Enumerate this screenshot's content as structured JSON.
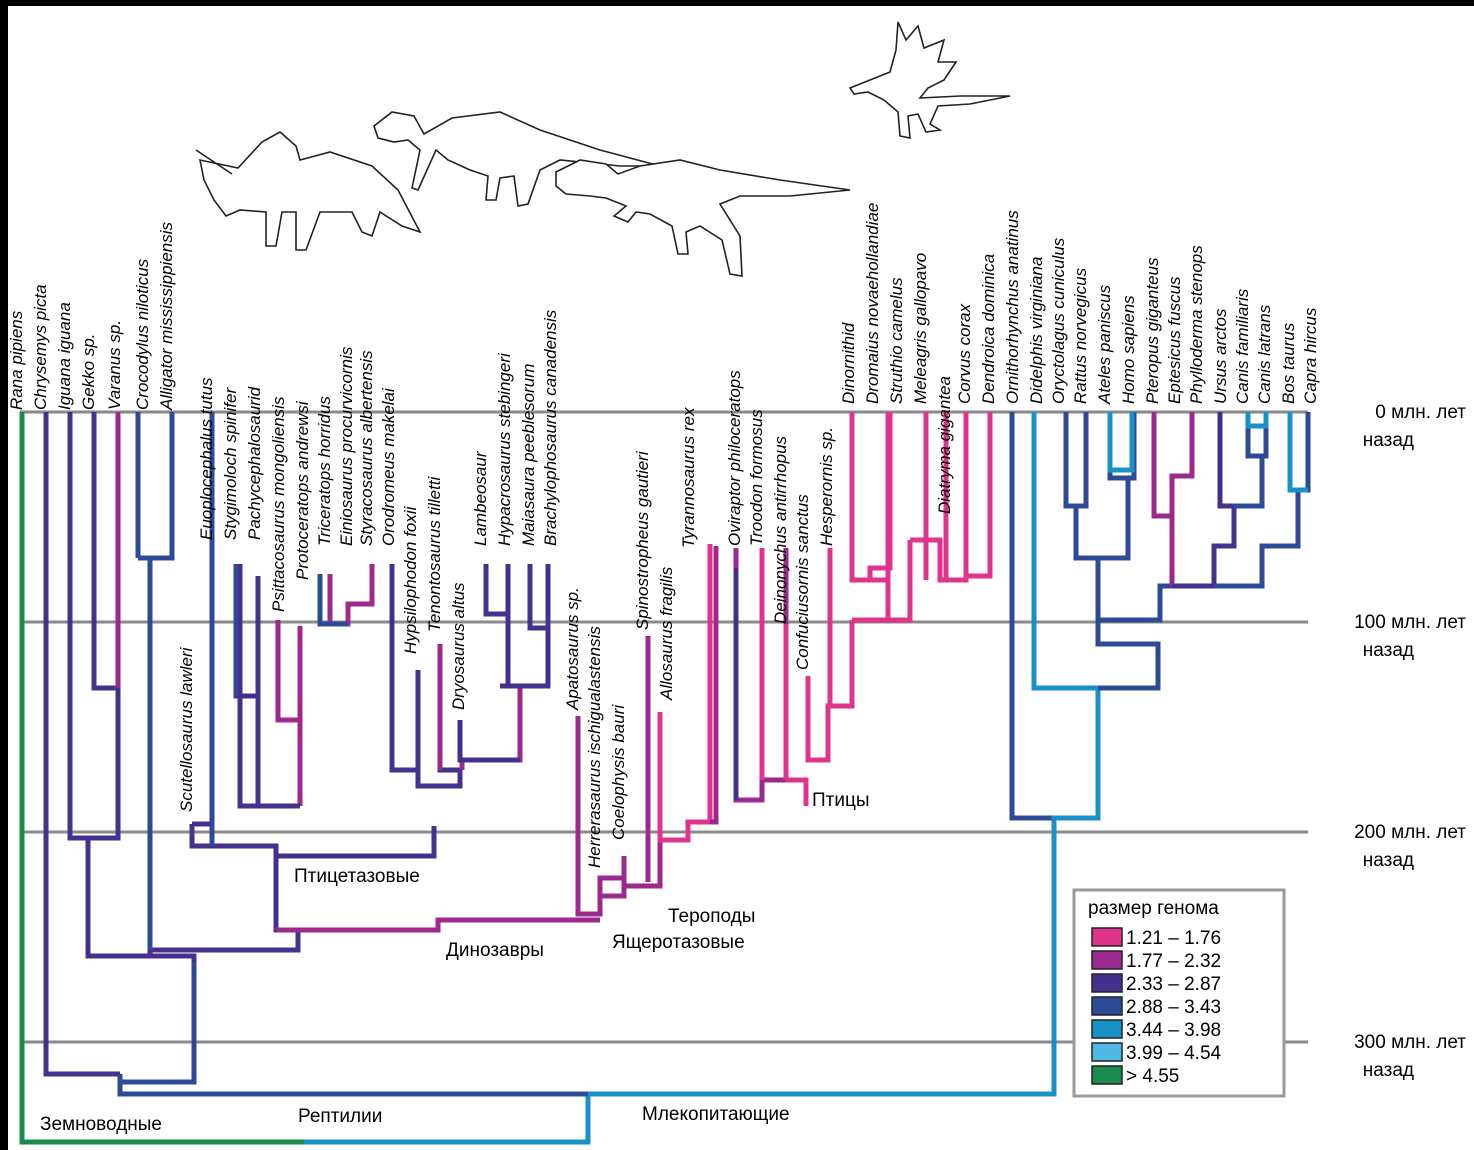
{
  "taxa": {
    "t01": "Rana pipiens",
    "t02": "Chrysemys picta",
    "t03": "Iguana iguana",
    "t04": "Gekko sp.",
    "t05": "Varanus sp.",
    "t06": "Crocodylus niloticus",
    "t07": "Alligator mississippiensis",
    "t08": "Scutellosaurus lawleri",
    "t09": "Euoplocephalus tutus",
    "t10": "Stygimoloch spinifer",
    "t11": "Pachycephalosaurid",
    "t12": "Psittacosaurus mongoliensis",
    "t13": "Protoceratops andrewsi",
    "t14": "Triceratops horridus",
    "t15": "Einiosaurus procurvicornis",
    "t16": "Styracosaurus albertensis",
    "t17": "Orodromeus makelai",
    "t18": "Hypsilophodon foxii",
    "t19": "Tenontosaurus tilletti",
    "t20": "Dryosaurus altus",
    "t21": "Lambeosaur",
    "t22": "Hypacrosaurus stebingeri",
    "t23": "Maiasaura peeblesorum",
    "t24": "Brachylophosaurus canadensis",
    "t25": "Apatosaurus sp.",
    "t26": "Herrerasaurus ischigualastensis",
    "t27": "Coelophysis bauri",
    "t28": "Spinostropheus gautieri",
    "t29": "Allosaurus fragilis",
    "t30": "Tyrannosaurus rex",
    "t31": "Oviraptor philoceratops",
    "t32": "Troodon formosus",
    "t33": "Deinonychus antirrhopus",
    "t34": "Confuciusornis sanctus",
    "t35": "Hesperornis sp.",
    "t36": "Dinornithid",
    "t37": "Dromaius novaehollandiae",
    "t38": "Struthio camelus",
    "t39": "Meleagris gallopavo",
    "t40": "Diatryma gigantea",
    "t41": "Corvus corax",
    "t42": "Dendroica dominica",
    "t43": "Ornithorhynchus anatinus",
    "t44": "Didelphis virginiana",
    "t45": "Oryctolagus cuniculus",
    "t46": "Rattus norvegicus",
    "t47": "Ateles paniscus",
    "t48": "Homo sapiens",
    "t49": "Pteropus giganteus",
    "t50": "Eptesicus fuscus",
    "t51": "Phylloderma stenops",
    "t52": "Ursus arctos",
    "t53": "Canis familiaris",
    "t54": "Canis latrans",
    "t55": "Bos taurus",
    "t56": "Capra hircus"
  },
  "groups": {
    "amphibians": "Земноводные",
    "reptiles": "Рептилии",
    "mammals": "Млекопитающие",
    "dinosaurs": "Динозавры",
    "ornithischians": "Птицетазовые",
    "saurischians": "Ящеротазовые",
    "theropods": "Тероподы",
    "birds": "Птицы"
  },
  "time_scale": [
    {
      "l1": "0 млн. лет",
      "l2": "назад"
    },
    {
      "l1": "100 млн. лет",
      "l2": "назад"
    },
    {
      "l1": "200 млн. лет",
      "l2": "назад"
    },
    {
      "l1": "300 млн. лет",
      "l2": "назад"
    }
  ],
  "legend": {
    "title": "размер генома",
    "items": [
      {
        "label": "1.21 – 1.76",
        "color": "#e0348c"
      },
      {
        "label": "1.77 – 2.32",
        "color": "#9c2a8e"
      },
      {
        "label": "2.33 – 2.87",
        "color": "#46308e"
      },
      {
        "label": "2.88 – 3.43",
        "color": "#2d4a96"
      },
      {
        "label": "3.44 – 3.98",
        "color": "#1a90c8"
      },
      {
        "label": "3.99 – 4.54",
        "color": "#4fb8e4"
      },
      {
        "label": "> 4.55",
        "color": "#1b8a4e"
      }
    ]
  }
}
